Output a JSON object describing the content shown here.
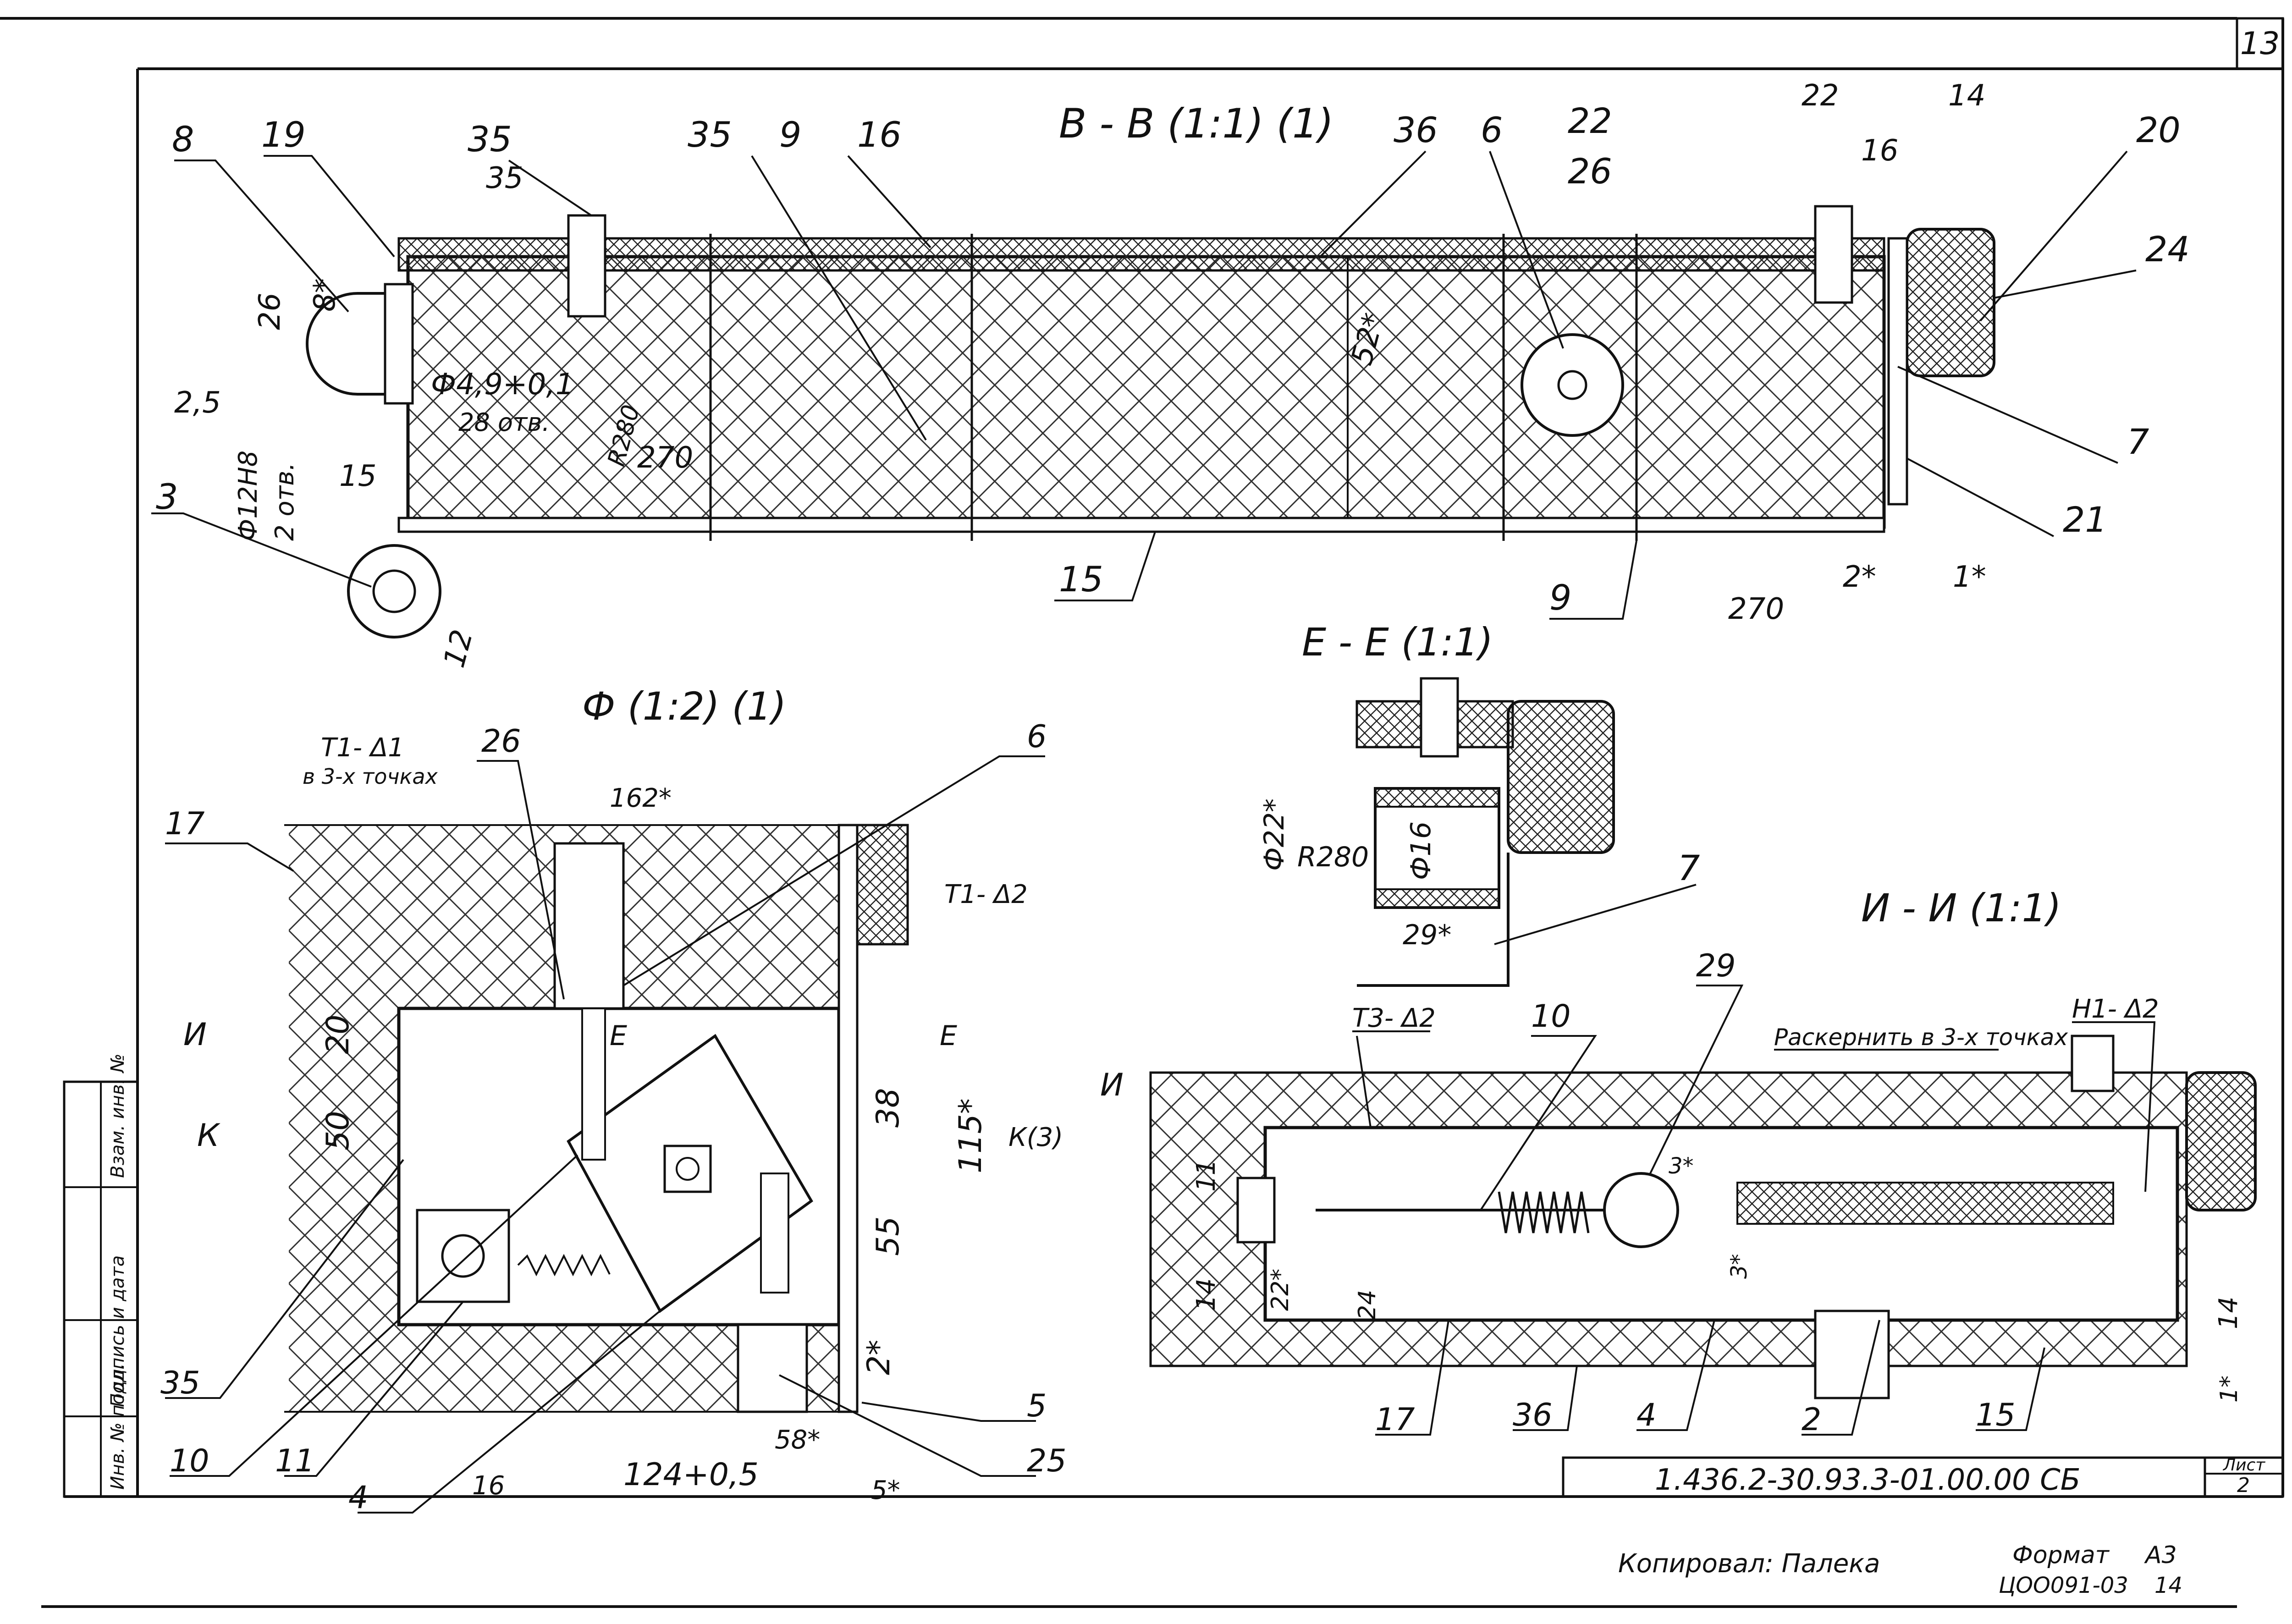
{
  "sheet": {
    "page_number": "13",
    "doc_code": "1.436.2-30.93.3-01.00.00 СБ",
    "list_label": "Лист",
    "list_number": "2",
    "copied_by": "Копировал: Палека",
    "format_label": "Формат",
    "format_value": "А3",
    "archive_code": "ЦОО091-03",
    "archive_number": "14",
    "side_strip": [
      "Инв. № подл.",
      "Подпись и дата",
      "Взам. инв. №"
    ]
  },
  "views": {
    "vv": {
      "title": "В - В (1:1) (1)",
      "callouts": [
        "8",
        "19",
        "35",
        "35",
        "9",
        "16",
        "36",
        "6",
        "22",
        "26",
        "20",
        "24",
        "7",
        "21",
        "3",
        "15",
        "9"
      ],
      "dims": [
        "35",
        "26",
        "8*",
        "2,5",
        "Ф12Н8",
        "2 отв.",
        "15",
        "Ф4,9+0,1",
        "28 отв.",
        "R280",
        "270",
        "52*",
        "12",
        "22",
        "14",
        "16",
        "2*",
        "1*",
        "270"
      ]
    },
    "ee": {
      "title": "Е - Е (1:1)",
      "callouts": [
        "7"
      ],
      "dims": [
        "Ф22*",
        "R280",
        "Ф16",
        "29*"
      ]
    },
    "ff": {
      "title": "Ф (1:2) (1)",
      "callouts": [
        "17",
        "26",
        "6",
        "35",
        "10",
        "11",
        "4",
        "5",
        "25"
      ],
      "notes": [
        "Т1- Δ1",
        "в 3-х точках",
        "Т1- Δ2"
      ],
      "dims": [
        "162*",
        "20",
        "50",
        "38",
        "55",
        "115*",
        "2*",
        "58*",
        "16",
        "124+0,5",
        "5*"
      ],
      "markers": [
        "И",
        "К",
        "Е",
        "Е",
        "К(3)",
        "И"
      ]
    },
    "ii": {
      "title": "И - И (1:1)",
      "callouts": [
        "10",
        "29",
        "17",
        "36",
        "4",
        "2",
        "15"
      ],
      "notes": [
        "Т3- Δ2",
        "Раскернить в 3-х точках",
        "Н1- Δ2"
      ],
      "dims": [
        "11",
        "14",
        "22*",
        "24",
        "3*",
        "3*",
        "14",
        "1*"
      ]
    }
  }
}
